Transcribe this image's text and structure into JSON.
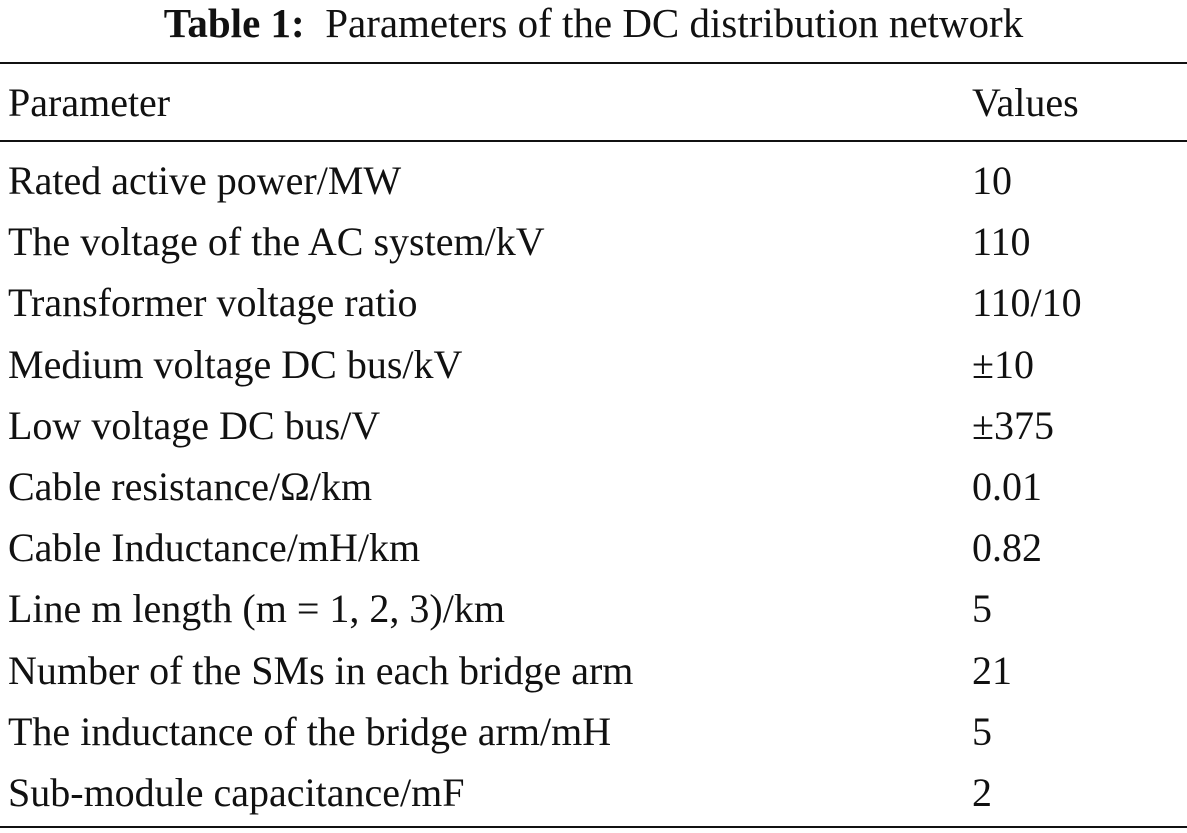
{
  "caption": {
    "label": "Table 1:",
    "title": "Parameters of the DC distribution network"
  },
  "table": {
    "headers": [
      "Parameter",
      "Values"
    ],
    "rows": [
      {
        "parameter": "Rated active power/MW",
        "value": "10"
      },
      {
        "parameter": "The voltage of the AC system/kV",
        "value": "110"
      },
      {
        "parameter": "Transformer voltage ratio",
        "value": "110/10"
      },
      {
        "parameter": "Medium voltage DC bus/kV",
        "value": "±10"
      },
      {
        "parameter": "Low voltage DC bus/V",
        "value": "±375"
      },
      {
        "parameter": "Cable resistance/Ω/km",
        "value": "0.01"
      },
      {
        "parameter": "Cable Inductance/mH/km",
        "value": "0.82"
      },
      {
        "parameter": "Line m length (m = 1, 2, 3)/km",
        "value": "5"
      },
      {
        "parameter": "Number of the SMs in each bridge arm",
        "value": "21"
      },
      {
        "parameter": "The inductance of the bridge arm/mH",
        "value": "5"
      },
      {
        "parameter": "Sub-module capacitance/mF",
        "value": "2"
      }
    ]
  }
}
